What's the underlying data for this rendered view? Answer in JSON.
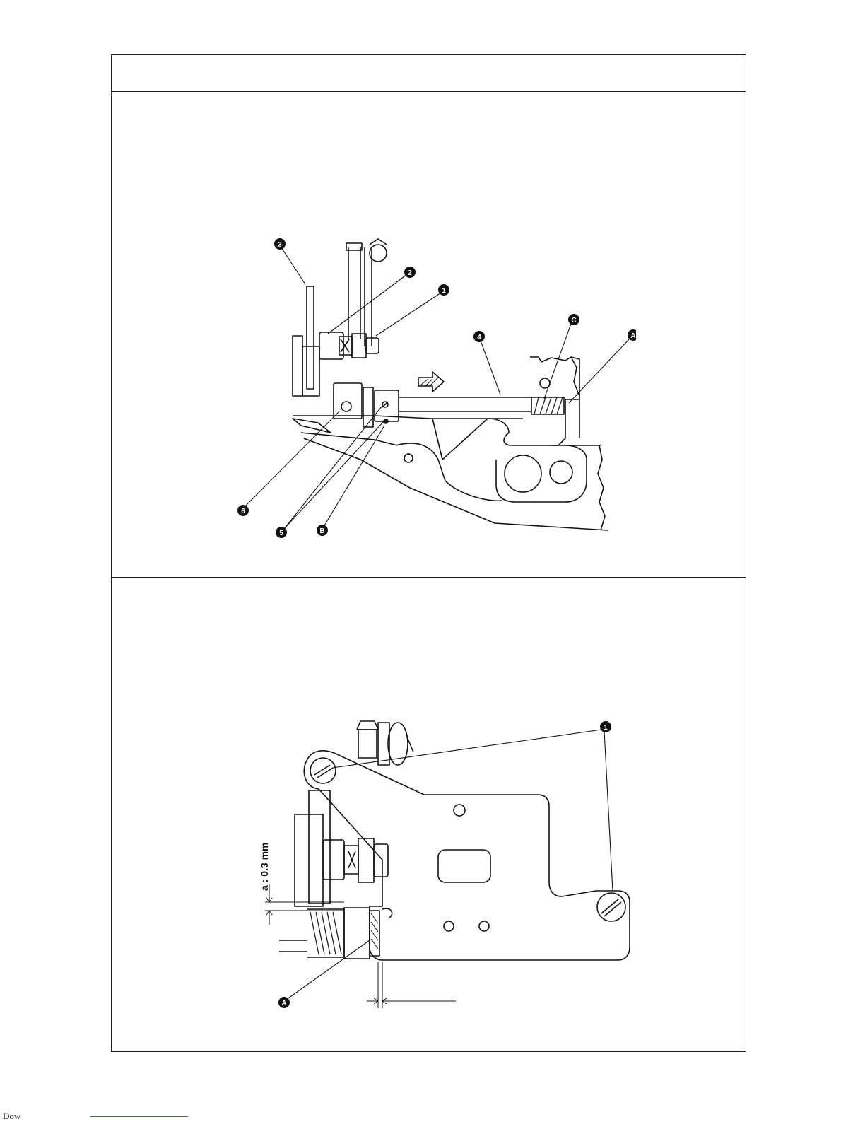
{
  "figure1": {
    "labels": {
      "n1": "1",
      "n2": "2",
      "n3": "3",
      "n4": "4",
      "n5": "5",
      "n6": "6",
      "a": "A",
      "b": "B",
      "c": "C"
    }
  },
  "figure2": {
    "labels": {
      "n1": "1",
      "a": "A"
    },
    "dimension": "a : 0.3 mm"
  },
  "footer": {
    "text": "Dow"
  }
}
